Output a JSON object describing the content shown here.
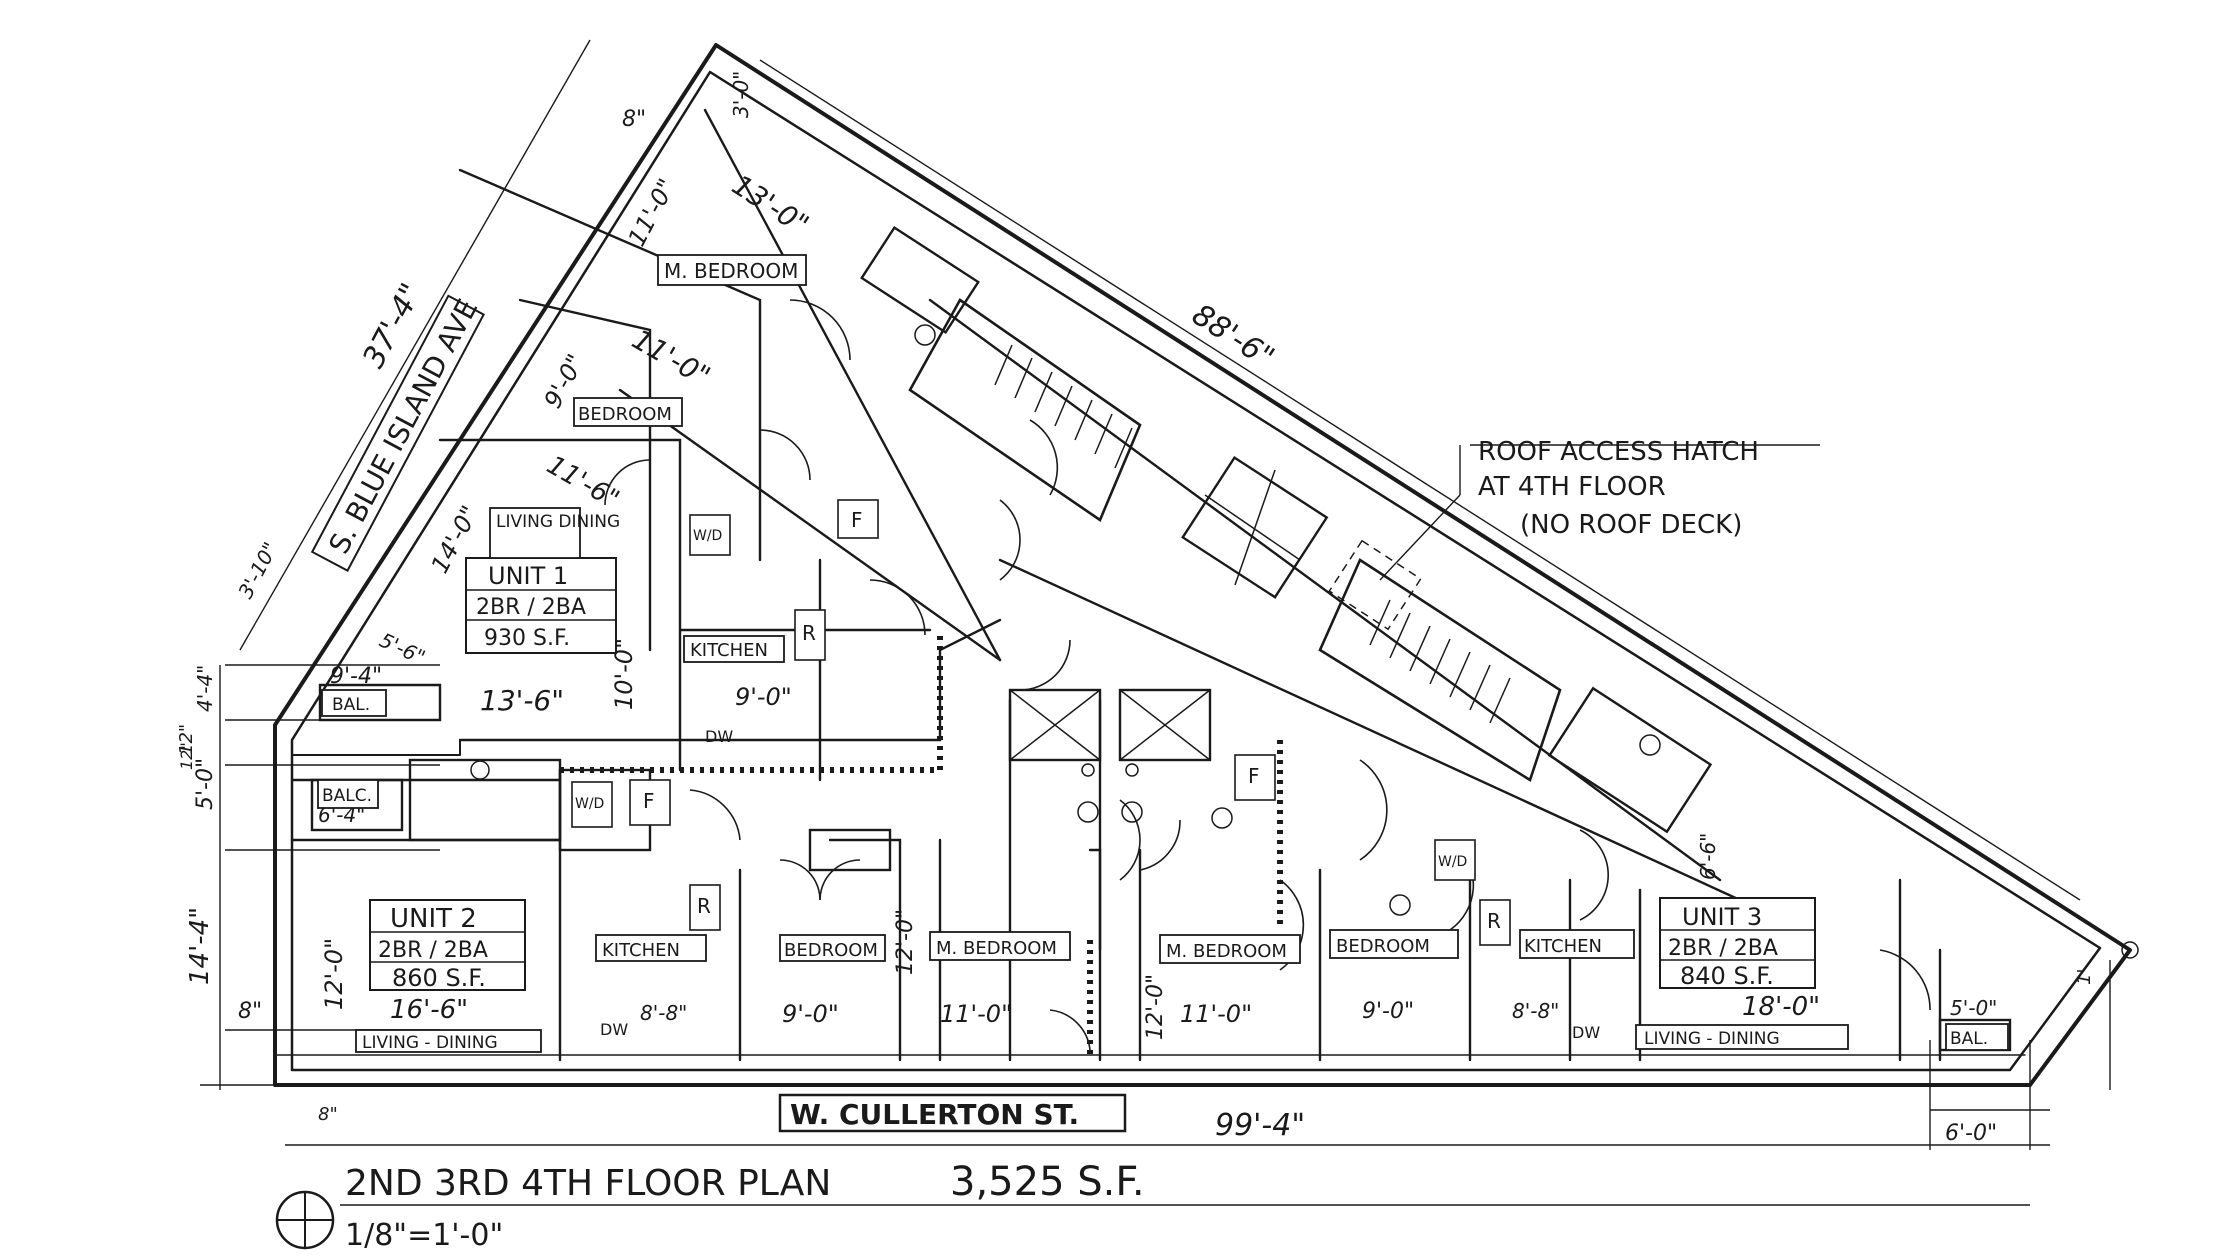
{
  "dimensions": {
    "d_88_6": "88'-6\"",
    "d_37_4": "37'-4\"",
    "d_3_0": "3'-0\"",
    "d_8_top": "8\"",
    "d_11_0_a": "11'-0\"",
    "d_13_0": "13'-0\"",
    "d_11_0_b": "11'-0\"",
    "d_9_0_a": "9'-0\"",
    "d_11_6": "11'-6\"",
    "d_14_0": "14'-0\"",
    "d_3_10": "3'-10\"",
    "d_5_6": "5'-6\"",
    "d_9_4": "9'-4\"",
    "d_4_4": "4'-4\"",
    "d_12_a": "12\"",
    "d_13_6": "13'-6\"",
    "d_10_0": "10'-0\"",
    "d_9_0_b": "9'-0\"",
    "d_5_0": "5'-0\"",
    "d_12_b": "12\"",
    "d_6_4": "6'-4\"",
    "d_14_4": "14'-4\"",
    "d_8_left": "8\"",
    "d_12_0_a": "12'-0\"",
    "d_16_6": "16'-6\"",
    "d_8_8_a": "8'-8\"",
    "d_9_0_c": "9'-0\"",
    "d_12_0_b": "12'-0\"",
    "d_11_0_c": "11'-0\"",
    "d_12_0_c": "12'-0\"",
    "d_11_0_d": "11'-0\"",
    "d_9_0_d": "9'-0\"",
    "d_8_8_b": "8'-8\"",
    "d_18_0": "18'-0\"",
    "d_5_0_b": "5'-0\"",
    "d_6_6": "6'-6\"",
    "d_8_bottom": "8\"",
    "d_99_4": "99'-4\"",
    "d_6_0": "6'-0\"",
    "d_1_right": "1'"
  },
  "labels": {
    "street_blue_island": "S. BLUE ISLAND AVE",
    "street_cullerton": "W. CULLERTON ST.",
    "roof_note_line1": "ROOF ACCESS HATCH",
    "roof_note_line2": "AT 4TH FLOOR",
    "roof_note_line3": "(NO ROOF DECK)",
    "unit1": {
      "name": "UNIT 1",
      "type": "2BR / 2BA",
      "area": "930 S.F."
    },
    "unit2": {
      "name": "UNIT 2",
      "type": "2BR / 2BA",
      "area": "860 S.F."
    },
    "unit3": {
      "name": "UNIT 3",
      "type": "2BR / 2BA",
      "area": "840 S.F."
    },
    "m_bedroom": "M. BEDROOM",
    "bedroom": "BEDROOM",
    "living_dining": "LIVING DINING",
    "living_dining_dash": "LIVING - DINING",
    "kitchen": "KITCHEN",
    "balc": "BAL.",
    "balc2": "BALC.",
    "f": "F",
    "r": "R",
    "wd": "W/D",
    "dw": "DW"
  },
  "title": {
    "floors": "2ND 3RD 4TH FLOOR PLAN",
    "area": "3,525 S.F.",
    "scale": "1/8\"=1'-0\""
  }
}
